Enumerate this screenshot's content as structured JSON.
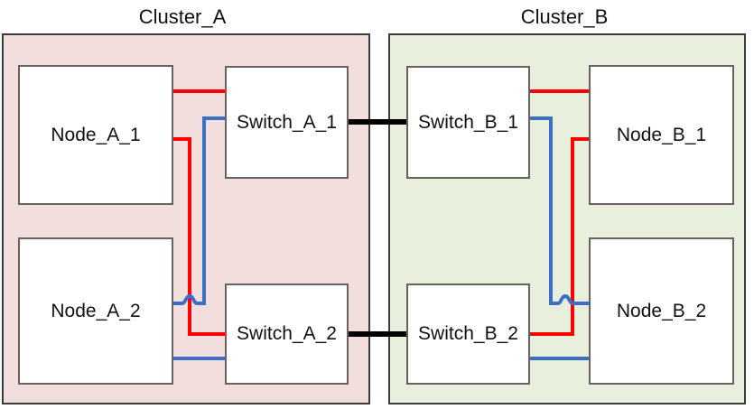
{
  "diagram": {
    "type": "network-topology",
    "title_left": "Cluster_A",
    "title_right": "Cluster_B",
    "colors": {
      "cluster_a_fill": "#f2dedd",
      "cluster_b_fill": "#e9efdd",
      "cluster_border": "#3b3b3b",
      "box_fill": "#ffffff",
      "box_border": "#6b6060",
      "link_primary": "#ff0000",
      "link_secondary": "#3a6fc4",
      "link_interswitch": "#000000",
      "text": "#111111"
    },
    "clusters": [
      {
        "id": "cluster-a",
        "label": "Cluster_A",
        "fill": "#f2dedd",
        "nodes": [
          {
            "id": "node-a-1",
            "label": "Node_A_1"
          },
          {
            "id": "node-a-2",
            "label": "Node_A_2"
          }
        ],
        "switches": [
          {
            "id": "switch-a-1",
            "label": "Switch_A_1"
          },
          {
            "id": "switch-a-2",
            "label": "Switch_A_2"
          }
        ]
      },
      {
        "id": "cluster-b",
        "label": "Cluster_B",
        "fill": "#e9efdd",
        "nodes": [
          {
            "id": "node-b-1",
            "label": "Node_B_1"
          },
          {
            "id": "node-b-2",
            "label": "Node_B_2"
          }
        ],
        "switches": [
          {
            "id": "switch-b-1",
            "label": "Switch_B_1"
          },
          {
            "id": "switch-b-2",
            "label": "Switch_B_2"
          }
        ]
      }
    ],
    "links": [
      {
        "id": "link-red-a1-sa1",
        "color": "#ff0000",
        "from": "Node_A_1",
        "to": "Switch_A_1"
      },
      {
        "id": "link-red-a1-sa2",
        "color": "#ff0000",
        "from": "Node_A_1",
        "to": "Switch_A_2"
      },
      {
        "id": "link-blue-a2-sa1",
        "color": "#3a6fc4",
        "from": "Node_A_2",
        "to": "Switch_A_1"
      },
      {
        "id": "link-blue-a2-sa2",
        "color": "#3a6fc4",
        "from": "Node_A_2",
        "to": "Switch_A_2"
      },
      {
        "id": "link-red-b1-sb1",
        "color": "#ff0000",
        "from": "Node_B_1",
        "to": "Switch_B_1"
      },
      {
        "id": "link-red-b1-sb2",
        "color": "#ff0000",
        "from": "Node_B_1",
        "to": "Switch_B_2"
      },
      {
        "id": "link-blue-b2-sb1",
        "color": "#3a6fc4",
        "from": "Node_B_2",
        "to": "Switch_B_1"
      },
      {
        "id": "link-blue-b2-sb2",
        "color": "#3a6fc4",
        "from": "Node_B_2",
        "to": "Switch_B_2"
      },
      {
        "id": "link-isl-1",
        "color": "#000000",
        "from": "Switch_A_1",
        "to": "Switch_B_1"
      },
      {
        "id": "link-isl-2",
        "color": "#000000",
        "from": "Switch_A_2",
        "to": "Switch_B_2"
      }
    ]
  }
}
